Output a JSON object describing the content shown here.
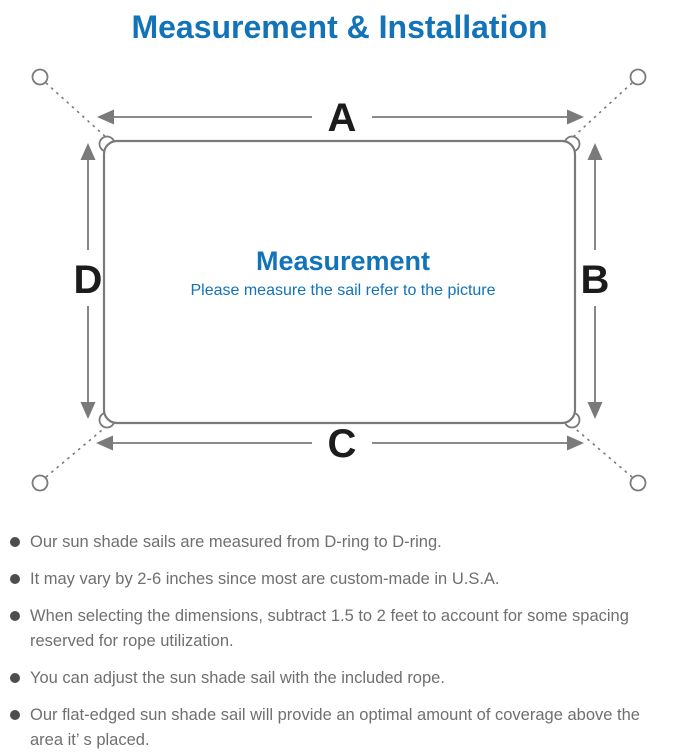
{
  "title": "Measurement & Installation",
  "colors": {
    "accent_blue": "#1273b8",
    "diagram_gray": "#7a7a7a",
    "label_black": "#1c1c1c",
    "note_text_gray": "#6f6f6f",
    "bullet_dot_gray": "#4d4d4d"
  },
  "diagram": {
    "labels": {
      "top": "A",
      "right": "B",
      "bottom": "C",
      "left": "D"
    },
    "center_title": "Measurement",
    "center_subtitle": "Please measure the sail refer to the picture"
  },
  "notes": {
    "items": [
      "Our sun shade sails are measured from D-ring to D-ring.",
      "It may vary by 2-6 inches since most are custom-made in U.S.A.",
      "When selecting the dimensions, subtract 1.5 to 2 feet to account for some spacing reserved for rope utilization.",
      "You can adjust the sun shade sail with the included rope.",
      "Our flat-edged sun shade sail will provide an optimal amount of coverage above the area it’ s placed."
    ]
  }
}
